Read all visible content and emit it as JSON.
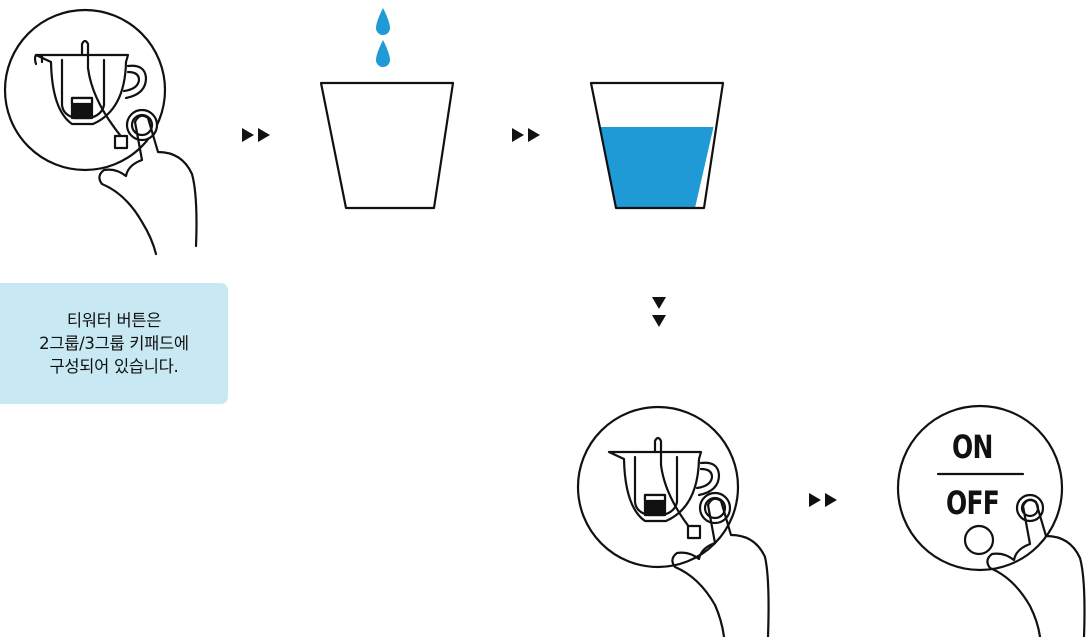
{
  "instruction_box": {
    "lines": [
      "티워터 버튼은",
      "2그룹/3그룹 키패드에",
      "구성되어 있습니다."
    ]
  },
  "switch_icon": {
    "top_label": "ON",
    "bottom_label": "OFF"
  },
  "colors": {
    "water_blue": "#1f9ad6",
    "note_background": "#c8e9f3",
    "stroke": "#111111"
  },
  "icons": {
    "step1": "tea-water-button-press-icon",
    "step2": "empty-cup-with-drops-icon",
    "step3": "full-cup-icon",
    "step4": "tea-water-button-press-icon",
    "step5": "on-off-switch-press-icon",
    "arrows": [
      "double-right-arrow-icon",
      "double-right-arrow-icon",
      "double-down-arrow-icon",
      "double-right-arrow-icon"
    ]
  }
}
